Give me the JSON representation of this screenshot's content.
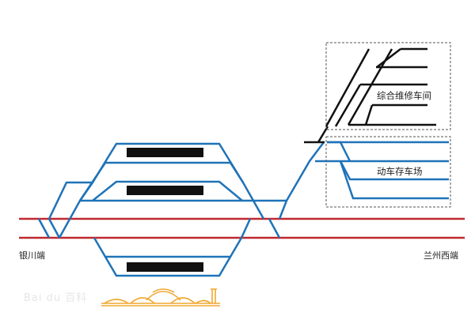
{
  "labels": {
    "left_end": "银川端",
    "right_end": "兰州西端",
    "maintenance_depot": "综合维修车间",
    "storage_yard": "动车存车场"
  },
  "watermark": "Bai du 百科",
  "colors": {
    "main_line": "#c0282f",
    "station_track": "#1f73b8",
    "depot_track": "#111111",
    "platform": "#111111",
    "station_building": "#f0a830",
    "boundary": "#555555"
  }
}
